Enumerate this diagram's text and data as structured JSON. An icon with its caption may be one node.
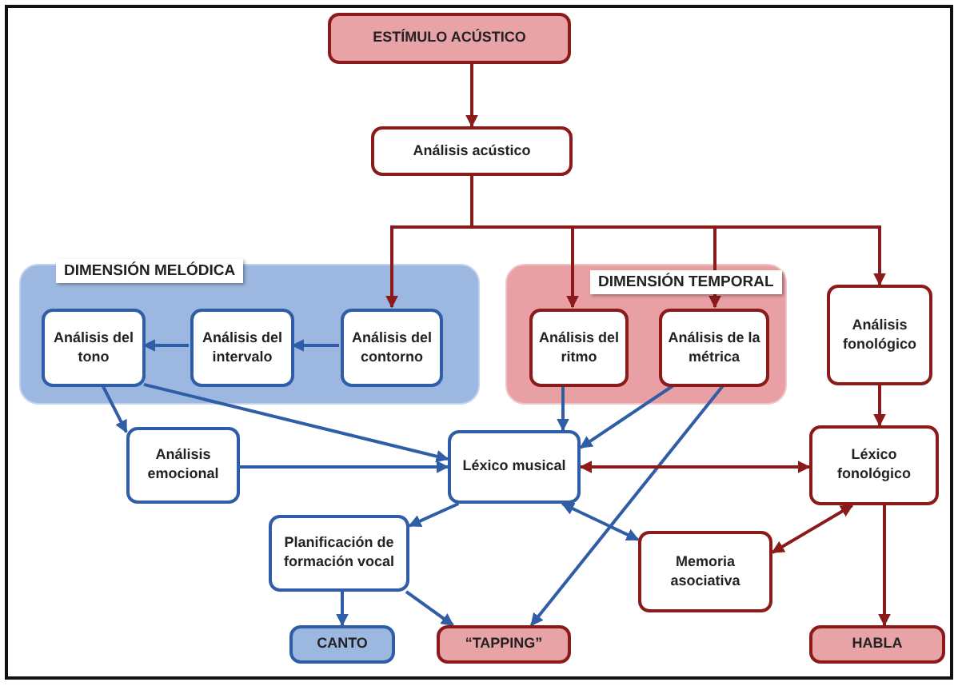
{
  "diagram": {
    "nodes": [
      {
        "text": [
          "ESTÍMULO ACÚSTICO"
        ]
      },
      {
        "text": [
          "Análisis acústico"
        ]
      },
      {
        "text": [
          "DIMENSIÓN MELÓDICA"
        ]
      },
      {
        "text": [
          "Análisis del tono"
        ],
        "in": 2
      },
      {
        "text": [
          "Análisis del intervalo"
        ],
        "in": 2
      },
      {
        "text": [
          "Análisis del contorno"
        ],
        "in": 2
      },
      {
        "text": [
          "DIMENSIÓN TEMPORAL"
        ]
      },
      {
        "text": [
          "Análisis del ritmo"
        ],
        "in": 6
      },
      {
        "text": [
          "Análisis de la métrica"
        ],
        "in": 6
      },
      {
        "text": [
          "Análisis fonológico"
        ]
      },
      {
        "text": [
          "Análisis emocional"
        ]
      },
      {
        "text": [
          "Léxico musical"
        ]
      },
      {
        "text": [
          "Léxico fonológico"
        ]
      },
      {
        "text": [
          "Planificación de formación vocal"
        ]
      },
      {
        "text": [
          "Memoria asociativa"
        ]
      },
      {
        "text": [
          "CANTO"
        ]
      },
      {
        "text": [
          "“TAPPING”"
        ]
      },
      {
        "text": [
          "HABLA"
        ]
      }
    ],
    "edges": [
      {
        "from": 0,
        "to": 1,
        "arrow": "to",
        "color": "#8b1a1a"
      },
      {
        "from": 1,
        "to": 5,
        "arrow": "to",
        "color": "#8b1a1a"
      },
      {
        "from": 1,
        "to": 7,
        "arrow": "to",
        "color": "#8b1a1a"
      },
      {
        "from": 1,
        "to": 8,
        "arrow": "to",
        "color": "#8b1a1a"
      },
      {
        "from": 1,
        "to": 9,
        "arrow": "to",
        "color": "#8b1a1a"
      },
      {
        "from": 5,
        "to": 4,
        "arrow": "to"
      },
      {
        "from": 4,
        "to": 3,
        "arrow": "to"
      },
      {
        "from": 3,
        "to": 10,
        "arrow": "to"
      },
      {
        "from": 3,
        "to": 11,
        "arrow": "to"
      },
      {
        "from": 10,
        "to": 11,
        "arrow": "to"
      },
      {
        "from": 7,
        "to": 11,
        "arrow": "to"
      },
      {
        "from": 8,
        "to": 11,
        "arrow": "to"
      },
      {
        "from": 8,
        "to": 16,
        "arrow": "to"
      },
      {
        "from": 11,
        "to": 12,
        "arrow": "both",
        "color": "#8b1a1a"
      },
      {
        "from": 11,
        "to": 13,
        "arrow": "to"
      },
      {
        "from": 11,
        "to": 14,
        "arrow": "both"
      },
      {
        "from": 12,
        "to": 14,
        "arrow": "both",
        "color": "#8b1a1a"
      },
      {
        "from": 12,
        "to": 17,
        "arrow": "to",
        "color": "#8b1a1a"
      },
      {
        "from": 9,
        "to": 12,
        "arrow": "to",
        "color": "#8b1a1a"
      },
      {
        "from": 13,
        "to": 15,
        "arrow": "to"
      },
      {
        "from": 13,
        "to": 16,
        "arrow": "to"
      }
    ]
  }
}
